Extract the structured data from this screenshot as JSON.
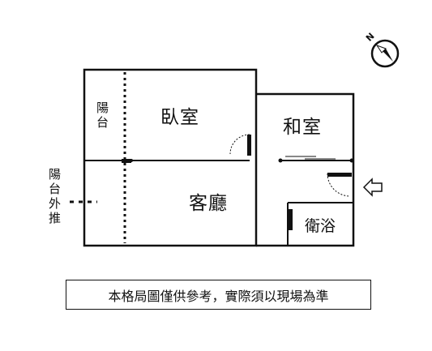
{
  "rooms": {
    "balcony": [
      "陽",
      "台"
    ],
    "bedroom": "臥室",
    "japanese_room": "和室",
    "living_room": "客廳",
    "bathroom": "衛浴"
  },
  "outer_balcony_note": [
    "陽",
    "台",
    "外",
    "推"
  ],
  "compass_label": "N",
  "disclaimer": "本格局圖僅供參考，實際須以現場為準",
  "colors": {
    "line": "#111111",
    "background": "#ffffff"
  },
  "icons": {
    "entrance": "entrance-arrow-icon",
    "compass": "compass-icon"
  }
}
